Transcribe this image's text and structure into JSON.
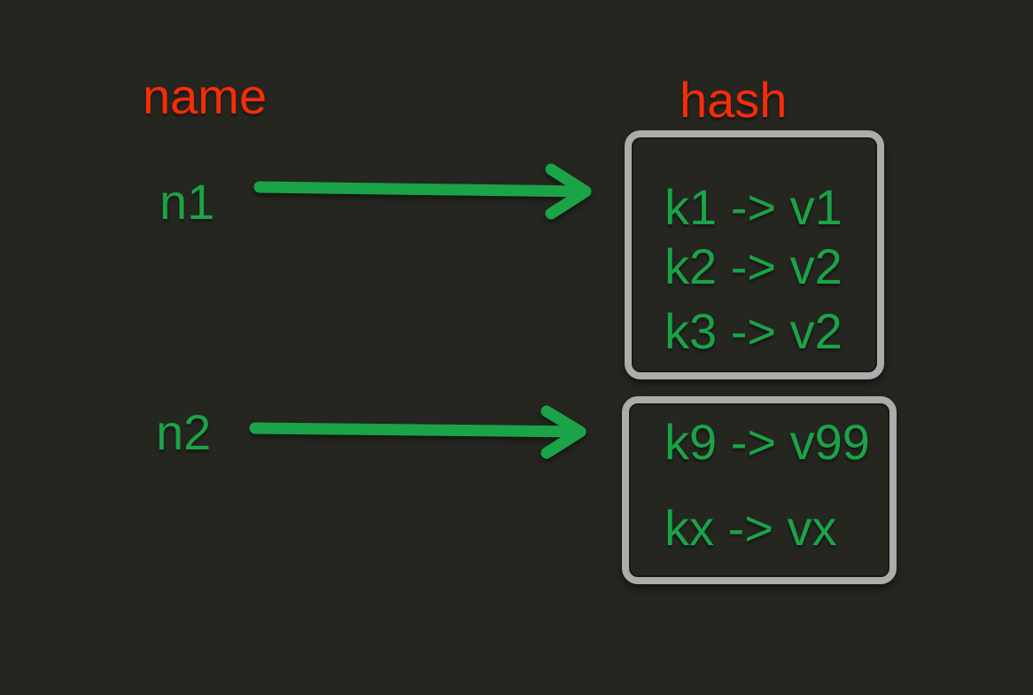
{
  "colors": {
    "background": "#262621",
    "green": "#1ba348",
    "red": "#f62d09",
    "box_border": "#acacac"
  },
  "labels": {
    "name": "name",
    "hash": "hash"
  },
  "names": [
    {
      "label": "n1"
    },
    {
      "label": "n2"
    }
  ],
  "hash_boxes": [
    {
      "entries": [
        "k1 -> v1",
        "k2 -> v2",
        "k3 -> v2"
      ]
    },
    {
      "entries": [
        "k9 -> v99",
        "kx -> vx"
      ]
    }
  ],
  "icons": {
    "arrow_1": "right-arrow",
    "arrow_2": "right-arrow"
  }
}
